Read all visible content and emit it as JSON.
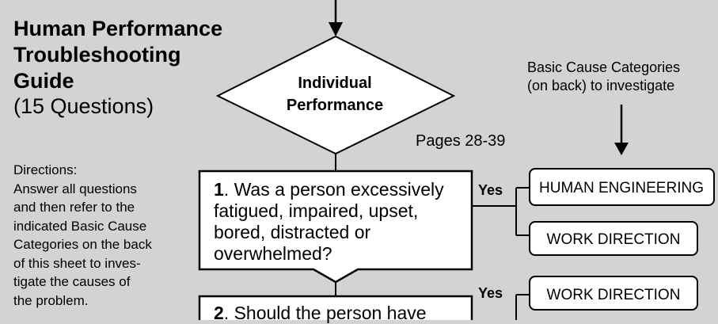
{
  "title_lines": [
    "Human Performance",
    "Troubleshooting",
    "Guide"
  ],
  "subtitle": "(15 Questions)",
  "directions": {
    "heading": "Directions:",
    "lines": [
      "Answer all questions",
      "and then refer to the",
      "indicated Basic Cause",
      "Categories on the back",
      "of this sheet to inves-",
      "tigate the causes of",
      "the problem."
    ]
  },
  "decision": {
    "lines": [
      "Individual",
      "Performance"
    ]
  },
  "basic_cause_note": {
    "lines": [
      "Basic Cause Categories",
      "(on back) to investigate"
    ]
  },
  "pages_label": "Pages 28-39",
  "questions": [
    {
      "number": "1",
      "first_line_rest": ". Was a person excessively",
      "lines": [
        "fatigued, impaired, upset,",
        "bored, distracted or",
        "overwhelmed?"
      ],
      "answer_label": "Yes",
      "categories": [
        "HUMAN ENGINEERING",
        "WORK DIRECTION"
      ]
    },
    {
      "number": "2",
      "first_line_rest": ". Should the person have",
      "answer_label": "Yes",
      "categories": [
        "WORK DIRECTION"
      ]
    }
  ]
}
